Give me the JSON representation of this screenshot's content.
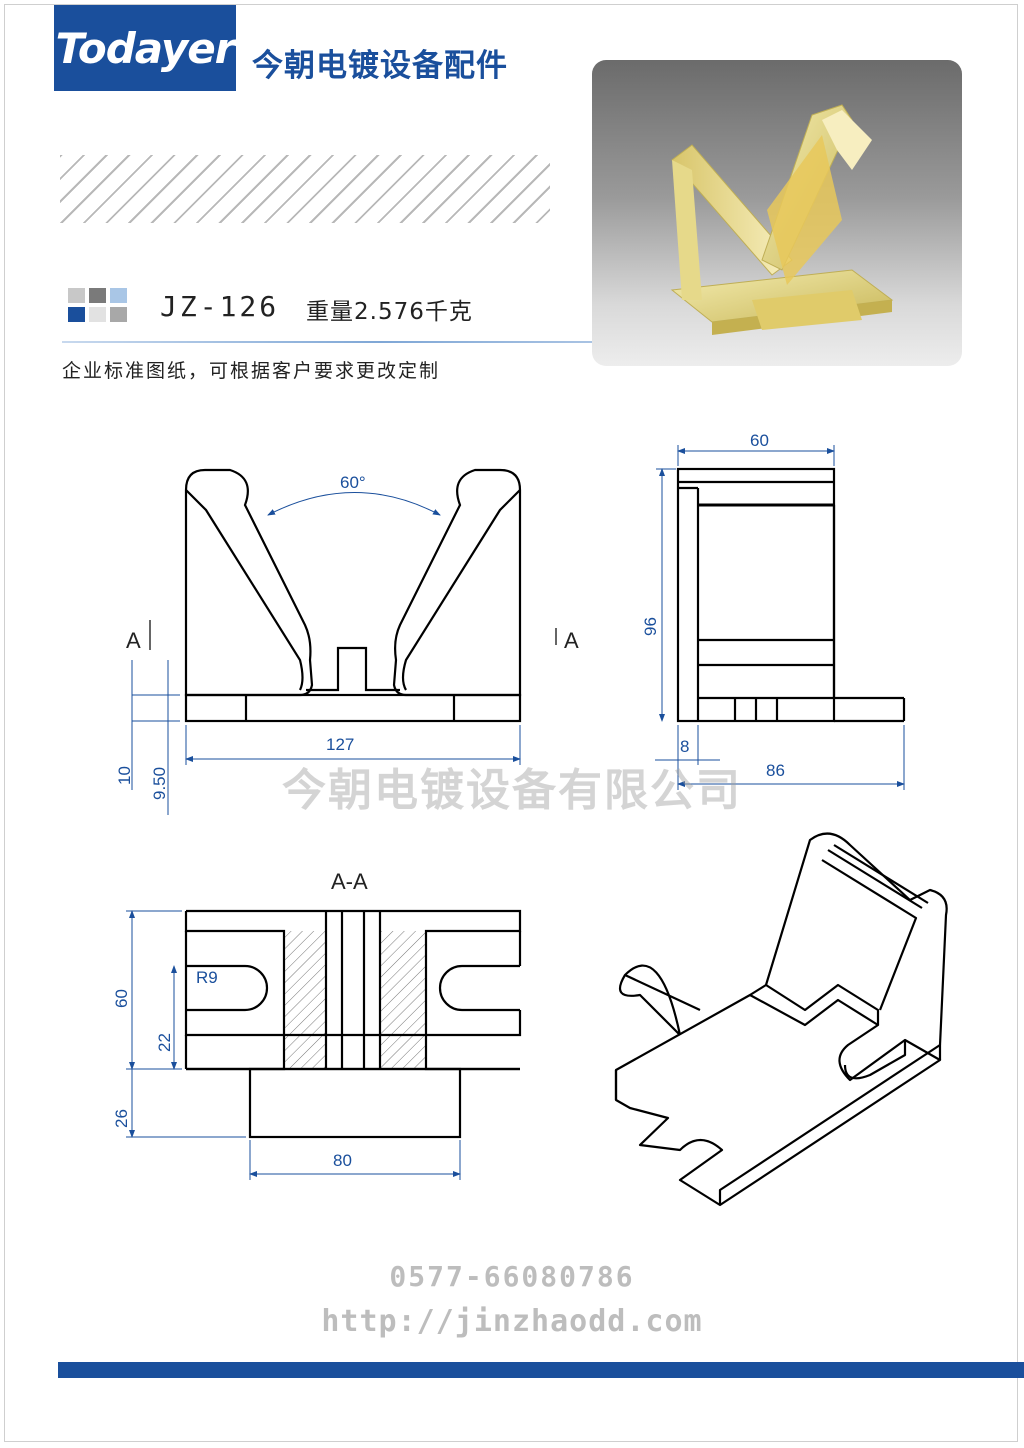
{
  "header": {
    "logo_text": "Todayer",
    "company_name": "今朝电镀设备配件"
  },
  "product": {
    "model": "JZ-126",
    "weight": "重量2.576千克",
    "note": "企业标准图纸，可根据客户要求更改定制"
  },
  "drawing": {
    "front_view": {
      "angle": "60°",
      "width": "127",
      "height_1": "10",
      "height_2": "9.50",
      "section_mark_left": "A",
      "section_mark_right": "A"
    },
    "side_view": {
      "top_width": "60",
      "height": "96",
      "thickness": "8",
      "depth": "86"
    },
    "section_view": {
      "title": "A-A",
      "radius": "R9",
      "height_total": "60",
      "slot_height": "22",
      "base_height": "26",
      "base_width": "80"
    }
  },
  "watermark": "今朝电镀设备有限公司",
  "contact": {
    "phone": "0577-66080786",
    "url": "http://jinzhaodd.com"
  },
  "colors": {
    "brand_blue": "#1a4f9c",
    "dimension_blue": "#1a4f9c",
    "part_gold": "#e8dc8c"
  },
  "icons": [
    "color-squares-icon"
  ]
}
